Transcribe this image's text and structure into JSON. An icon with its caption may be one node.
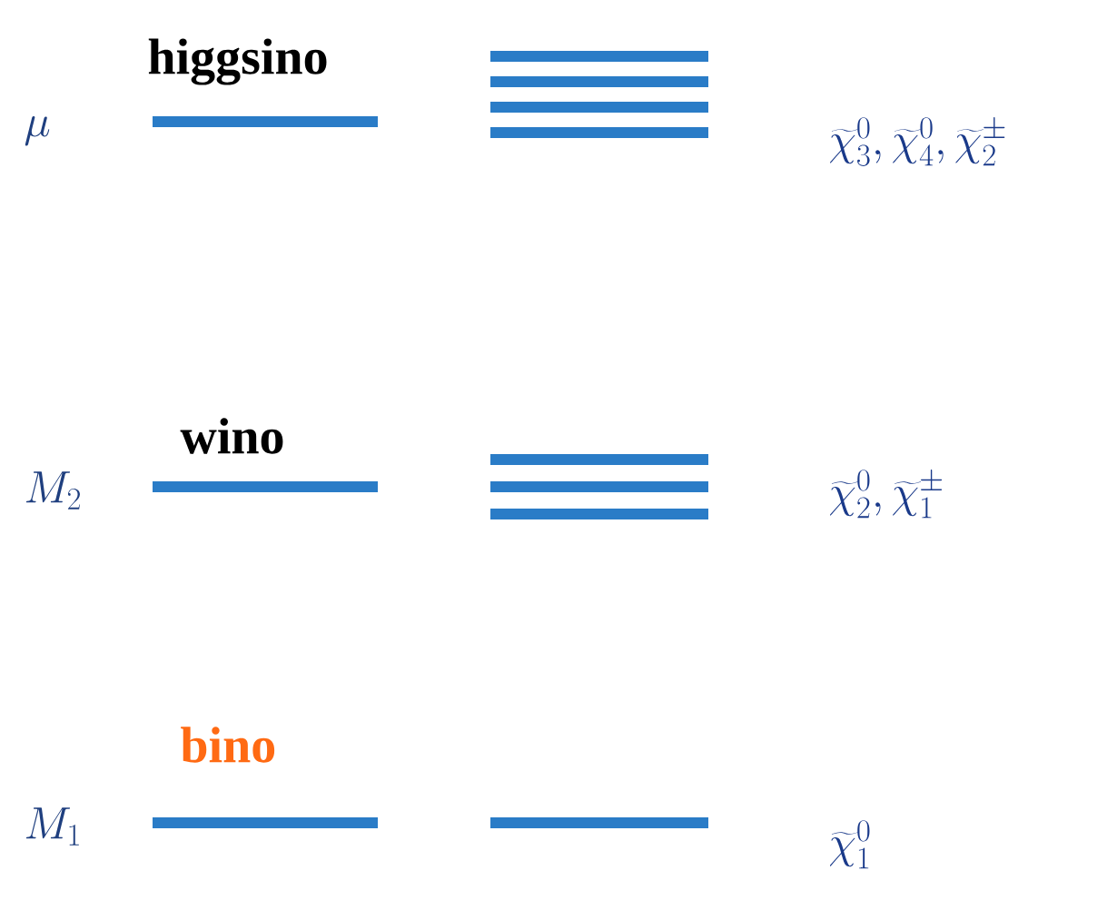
{
  "diagram": {
    "labels": [
      "\\mu",
      "higgsino",
      "\\widetilde{\\chi}^{0}_{3}, \\widetilde{\\chi}^{0}_{4}, \\widetilde{\\chi}^{\\pm}_{2}",
      "M_{2}",
      "wino",
      "\\widetilde{\\chi}^{0}_{2}, \\widetilde{\\chi}^{\\pm}_{1}",
      "M_{1}",
      "bino",
      "\\widetilde{\\chi}^{0}_{1}"
    ]
  }
}
